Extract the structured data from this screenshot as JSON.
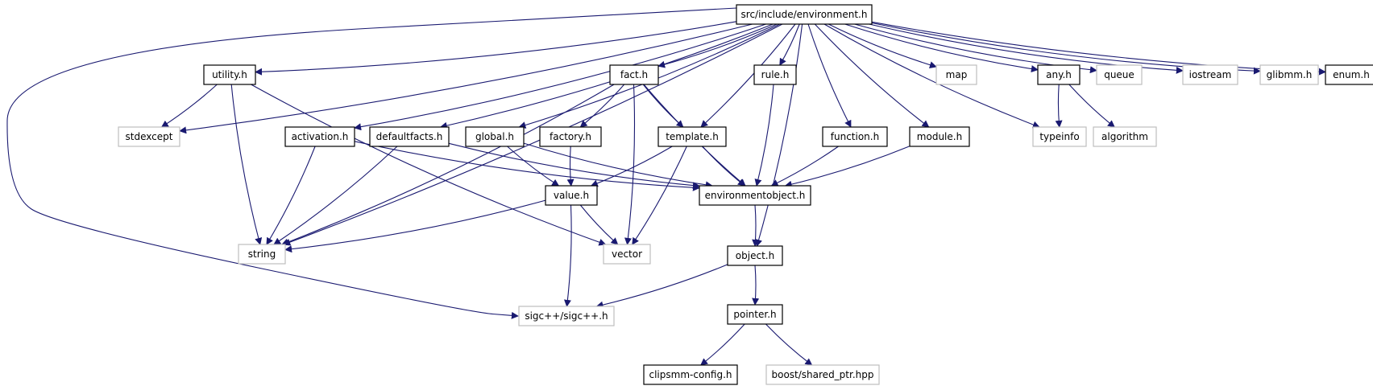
{
  "graph": {
    "colors": {
      "edge": "#191970",
      "box_border": "#000000",
      "external_border": "#bfbfbf",
      "root_fill": "#bfbfbf"
    },
    "nodes": [
      {
        "id": "environment",
        "label": "src/include/environment.h",
        "kind": "root"
      },
      {
        "id": "utility",
        "label": "utility.h",
        "kind": "file"
      },
      {
        "id": "fact",
        "label": "fact.h",
        "kind": "file"
      },
      {
        "id": "rule",
        "label": "rule.h",
        "kind": "file"
      },
      {
        "id": "map",
        "label": "map",
        "kind": "external"
      },
      {
        "id": "any",
        "label": "any.h",
        "kind": "file"
      },
      {
        "id": "queue",
        "label": "queue",
        "kind": "external"
      },
      {
        "id": "iostream",
        "label": "iostream",
        "kind": "external"
      },
      {
        "id": "glibmm",
        "label": "glibmm.h",
        "kind": "external"
      },
      {
        "id": "enum",
        "label": "enum.h",
        "kind": "file"
      },
      {
        "id": "stdexcept",
        "label": "stdexcept",
        "kind": "external"
      },
      {
        "id": "activation",
        "label": "activation.h",
        "kind": "file"
      },
      {
        "id": "defaultfacts",
        "label": "defaultfacts.h",
        "kind": "file"
      },
      {
        "id": "global",
        "label": "global.h",
        "kind": "file"
      },
      {
        "id": "factory",
        "label": "factory.h",
        "kind": "file"
      },
      {
        "id": "template",
        "label": "template.h",
        "kind": "file"
      },
      {
        "id": "function",
        "label": "function.h",
        "kind": "file"
      },
      {
        "id": "module",
        "label": "module.h",
        "kind": "file"
      },
      {
        "id": "typeinfo",
        "label": "typeinfo",
        "kind": "external"
      },
      {
        "id": "algorithm",
        "label": "algorithm",
        "kind": "external"
      },
      {
        "id": "value",
        "label": "value.h",
        "kind": "file"
      },
      {
        "id": "environmentobject",
        "label": "environmentobject.h",
        "kind": "file"
      },
      {
        "id": "string",
        "label": "string",
        "kind": "external"
      },
      {
        "id": "vector",
        "label": "vector",
        "kind": "external"
      },
      {
        "id": "object",
        "label": "object.h",
        "kind": "file"
      },
      {
        "id": "sigc",
        "label": "sigc++/sigc++.h",
        "kind": "external"
      },
      {
        "id": "pointer",
        "label": "pointer.h",
        "kind": "file"
      },
      {
        "id": "clipsmmconfig",
        "label": "clipsmm-config.h",
        "kind": "file"
      },
      {
        "id": "sharedptr",
        "label": "boost/shared_ptr.hpp",
        "kind": "external"
      }
    ],
    "edges": [
      [
        "environment",
        "utility"
      ],
      [
        "environment",
        "fact"
      ],
      [
        "environment",
        "rule"
      ],
      [
        "environment",
        "map"
      ],
      [
        "environment",
        "any"
      ],
      [
        "environment",
        "queue"
      ],
      [
        "environment",
        "iostream"
      ],
      [
        "environment",
        "glibmm"
      ],
      [
        "environment",
        "enum"
      ],
      [
        "environment",
        "stdexcept"
      ],
      [
        "environment",
        "activation"
      ],
      [
        "environment",
        "defaultfacts"
      ],
      [
        "environment",
        "global"
      ],
      [
        "environment",
        "template"
      ],
      [
        "environment",
        "function"
      ],
      [
        "environment",
        "module"
      ],
      [
        "environment",
        "typeinfo"
      ],
      [
        "environment",
        "string"
      ],
      [
        "environment",
        "sigc"
      ],
      [
        "environment",
        "object"
      ],
      [
        "utility",
        "stdexcept"
      ],
      [
        "utility",
        "string"
      ],
      [
        "utility",
        "vector"
      ],
      [
        "fact",
        "string"
      ],
      [
        "fact",
        "factory"
      ],
      [
        "fact",
        "template"
      ],
      [
        "fact",
        "vector"
      ],
      [
        "fact",
        "environmentobject"
      ],
      [
        "rule",
        "environmentobject"
      ],
      [
        "any",
        "typeinfo"
      ],
      [
        "any",
        "algorithm"
      ],
      [
        "activation",
        "string"
      ],
      [
        "activation",
        "environmentobject"
      ],
      [
        "defaultfacts",
        "string"
      ],
      [
        "defaultfacts",
        "environmentobject"
      ],
      [
        "global",
        "value"
      ],
      [
        "global",
        "environmentobject"
      ],
      [
        "factory",
        "value"
      ],
      [
        "template",
        "value"
      ],
      [
        "template",
        "environmentobject"
      ],
      [
        "template",
        "vector"
      ],
      [
        "function",
        "environmentobject"
      ],
      [
        "module",
        "environmentobject"
      ],
      [
        "value",
        "string"
      ],
      [
        "value",
        "vector"
      ],
      [
        "value",
        "sigc"
      ],
      [
        "environmentobject",
        "object"
      ],
      [
        "object",
        "sigc"
      ],
      [
        "object",
        "pointer"
      ],
      [
        "pointer",
        "clipsmmconfig"
      ],
      [
        "pointer",
        "sharedptr"
      ]
    ]
  }
}
